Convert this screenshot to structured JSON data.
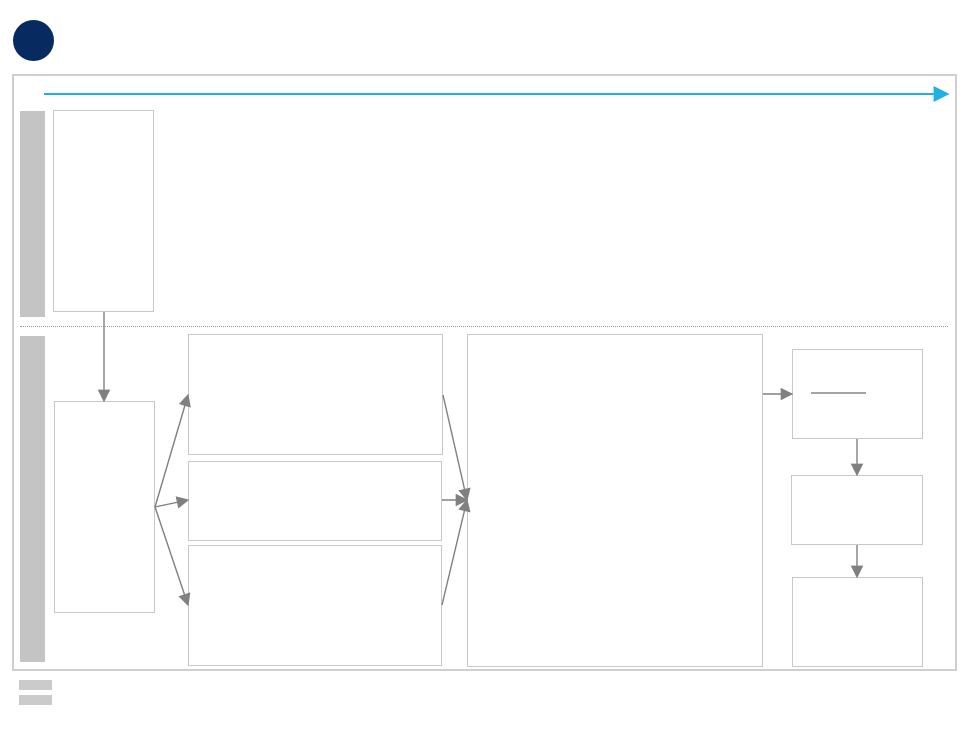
{
  "colors": {
    "badge": "#072b61",
    "timeline": "#1fb0e6",
    "connector": "#808080",
    "lane_bar": "#c4c4c4",
    "box_border": "#c8c8c8"
  },
  "icons": {
    "badge": "circle-badge-icon",
    "timeline": "arrow-right-icon"
  },
  "diagram": {
    "lanes": [
      {
        "label": ""
      },
      {
        "label": ""
      }
    ],
    "boxes": [
      {
        "id": "top-lane-box",
        "text": ""
      },
      {
        "id": "source-box",
        "text": ""
      },
      {
        "id": "branch-box-1",
        "text": ""
      },
      {
        "id": "branch-box-2",
        "text": ""
      },
      {
        "id": "branch-box-3",
        "text": ""
      },
      {
        "id": "merge-box",
        "text": ""
      },
      {
        "id": "output-box-1",
        "text": ""
      },
      {
        "id": "output-box-2",
        "text": ""
      },
      {
        "id": "output-box-3",
        "text": ""
      }
    ],
    "legend": [
      {
        "label": ""
      },
      {
        "label": ""
      }
    ]
  }
}
